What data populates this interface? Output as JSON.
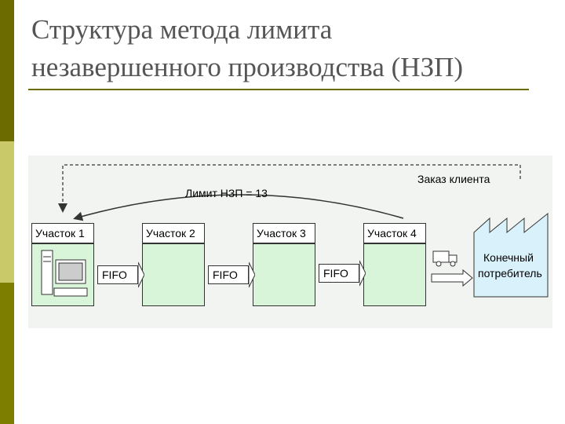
{
  "title": {
    "line1": "Структура метода  лимита",
    "line2": "незавершенного производства (НЗП)"
  },
  "diagram": {
    "order_label": "Заказ клиента",
    "limit_label": "Лимит НЗП = 13",
    "stations": [
      "Участок 1",
      "Участок 2",
      "Участок 3",
      "Участок 4"
    ],
    "buffers": [
      "FIFO",
      "FIFO",
      "FIFO"
    ],
    "consumer": {
      "line1": "Конечный",
      "line2": "потребитель"
    }
  },
  "colors": {
    "station_fill": "#d9f5d9",
    "consumer_fill": "#d9f1fa",
    "accent": "#6b6b00"
  }
}
